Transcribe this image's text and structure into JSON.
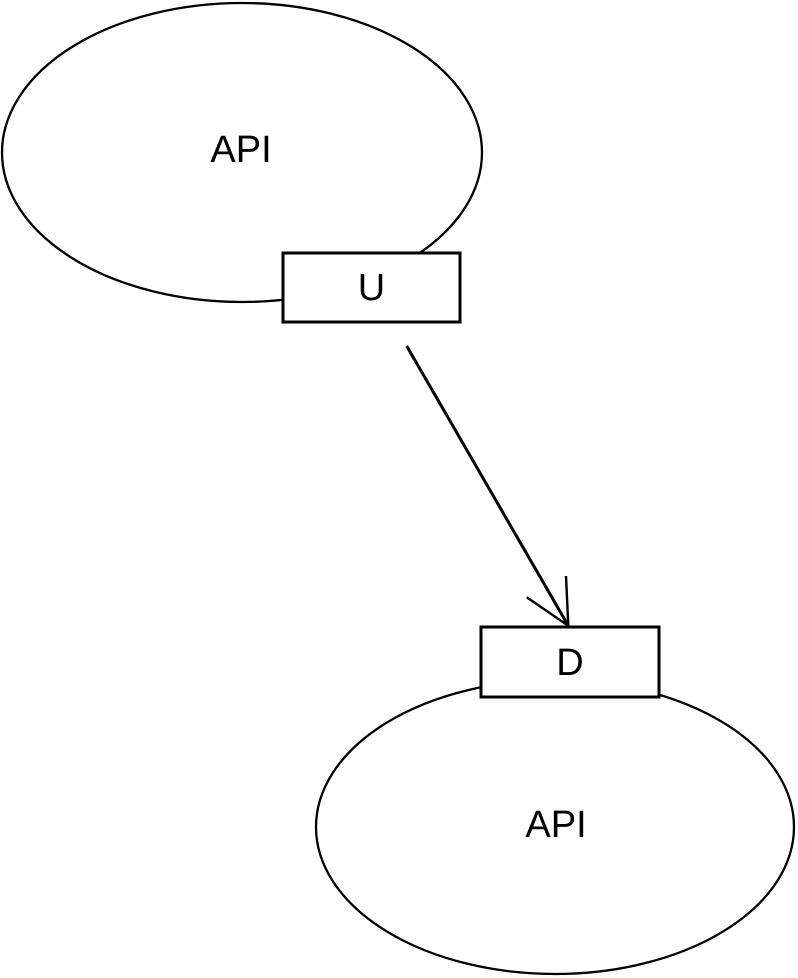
{
  "diagram": {
    "type": "dependency-diagram",
    "background_color": "#ffffff",
    "stroke_color": "#000000",
    "node_fill_color": "#ffffff",
    "text_color": "#000000",
    "nodes": {
      "upstream_ellipse": {
        "label": "API",
        "shape": "ellipse"
      },
      "upstream_port": {
        "label": "U",
        "shape": "rectangle"
      },
      "downstream_port": {
        "label": "D",
        "shape": "rectangle"
      },
      "downstream_ellipse": {
        "label": "API",
        "shape": "ellipse"
      }
    },
    "edges": [
      {
        "from": "U",
        "to": "D",
        "arrowhead": "open",
        "direction": "down"
      }
    ]
  }
}
